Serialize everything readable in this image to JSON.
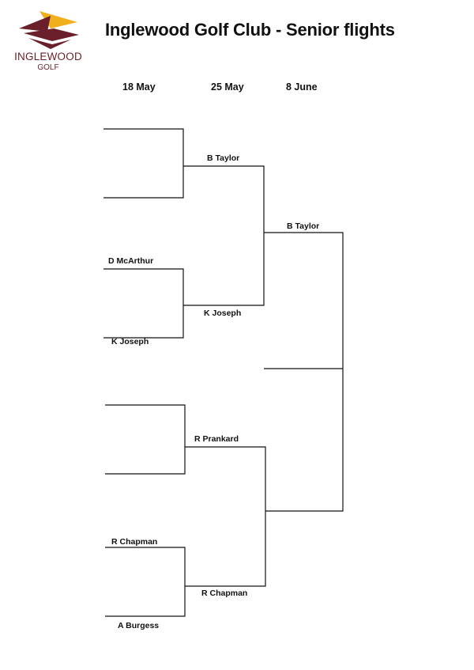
{
  "header": {
    "title": "Inglewood Golf Club - Senior flights",
    "logo_name": "INGLEWOOD",
    "logo_sub": "GOLF"
  },
  "rounds": [
    "18 May",
    "25 May",
    "8 June"
  ],
  "round1": {
    "match1": {
      "top": "",
      "bottom": ""
    },
    "match2": {
      "top": "D McArthur",
      "bottom": "K Joseph"
    },
    "match3": {
      "top": "",
      "bottom": ""
    },
    "match4": {
      "top": "R Chapman",
      "bottom": "A Burgess"
    }
  },
  "round2": {
    "match1": {
      "top": "B Taylor",
      "bottom": "K Joseph"
    },
    "match2": {
      "top": "R Prankard",
      "bottom": "R Chapman"
    }
  },
  "round3": {
    "match1": {
      "top": "B Taylor",
      "bottom": ""
    }
  },
  "colors": {
    "logo_maroon": "#6b1f2a",
    "logo_gold": "#f0b01e",
    "line": "#111111"
  }
}
